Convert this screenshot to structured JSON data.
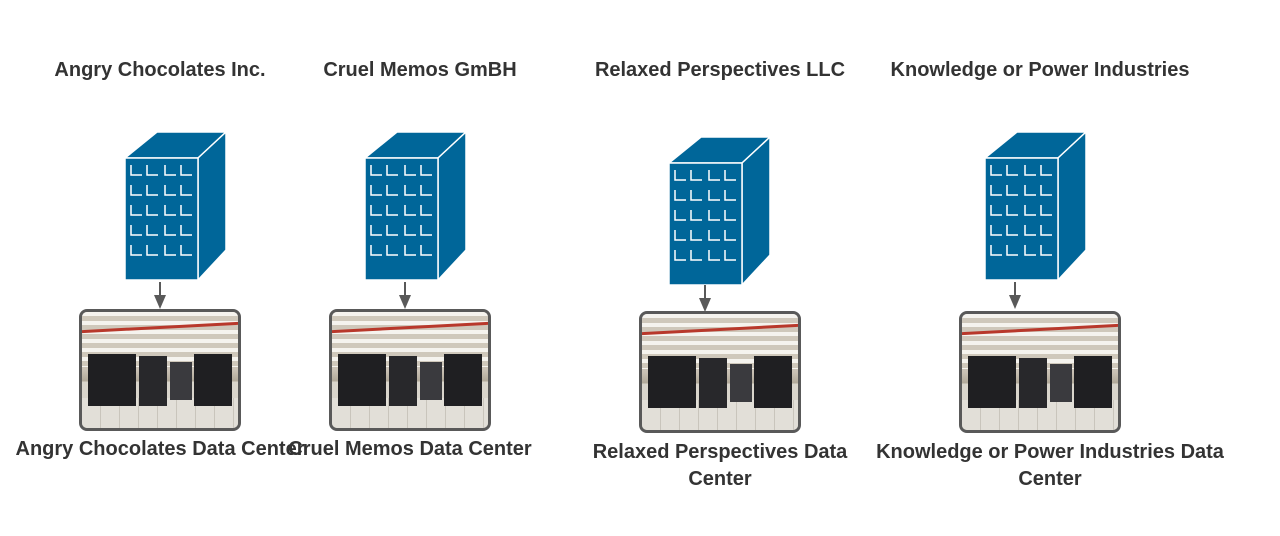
{
  "colors": {
    "building": "#006699",
    "arrow": "#595959",
    "text": "#333333"
  },
  "columns": [
    {
      "company": "Angry Chocolates Inc.",
      "datacenter": "Angry Chocolates Data Center"
    },
    {
      "company": "Cruel Memos GmBH",
      "datacenter": "Cruel Memos Data Center"
    },
    {
      "company": "Relaxed Perspectives LLC",
      "datacenter": "Relaxed Perspectives Data Center"
    },
    {
      "company": "Knowledge or Power Industries",
      "datacenter": "Knowledge or Power Industries Data Center"
    }
  ]
}
